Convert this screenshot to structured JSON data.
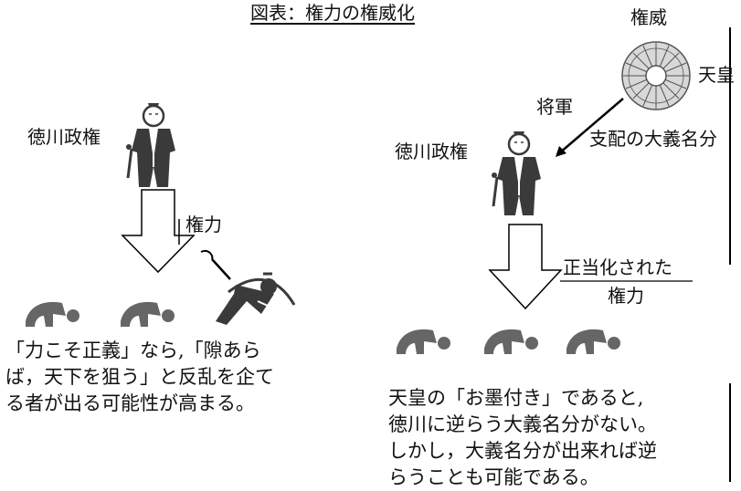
{
  "title": "図表：権力の権威化",
  "left": {
    "regime_label": "徳川政権",
    "power_label": "権力",
    "caption_lines": [
      "「力こそ正義」なら,「隙あら",
      "ば，天下を狙う」と反乱を企て",
      "る者が出る可能性が高まる。"
    ]
  },
  "right": {
    "authority_label": "権威",
    "emperor_label": "天皇",
    "shogun_label": "将軍",
    "justification_label": "支配の大義名分",
    "regime_label": "徳川政権",
    "legitimized_line1": "正当化された",
    "legitimized_line2": "権力",
    "caption_lines": [
      "天皇の「お墨付き」であると,",
      "徳川に逆らう大義名分がない。",
      "しかし，大義名分が出来れば逆",
      "らうことも可能である。"
    ]
  },
  "colors": {
    "figure": "#3a3a3a",
    "bowing": "#666666",
    "crest_fill": "#d8d8d8",
    "crest_stroke": "#555555",
    "line": "#000000"
  }
}
